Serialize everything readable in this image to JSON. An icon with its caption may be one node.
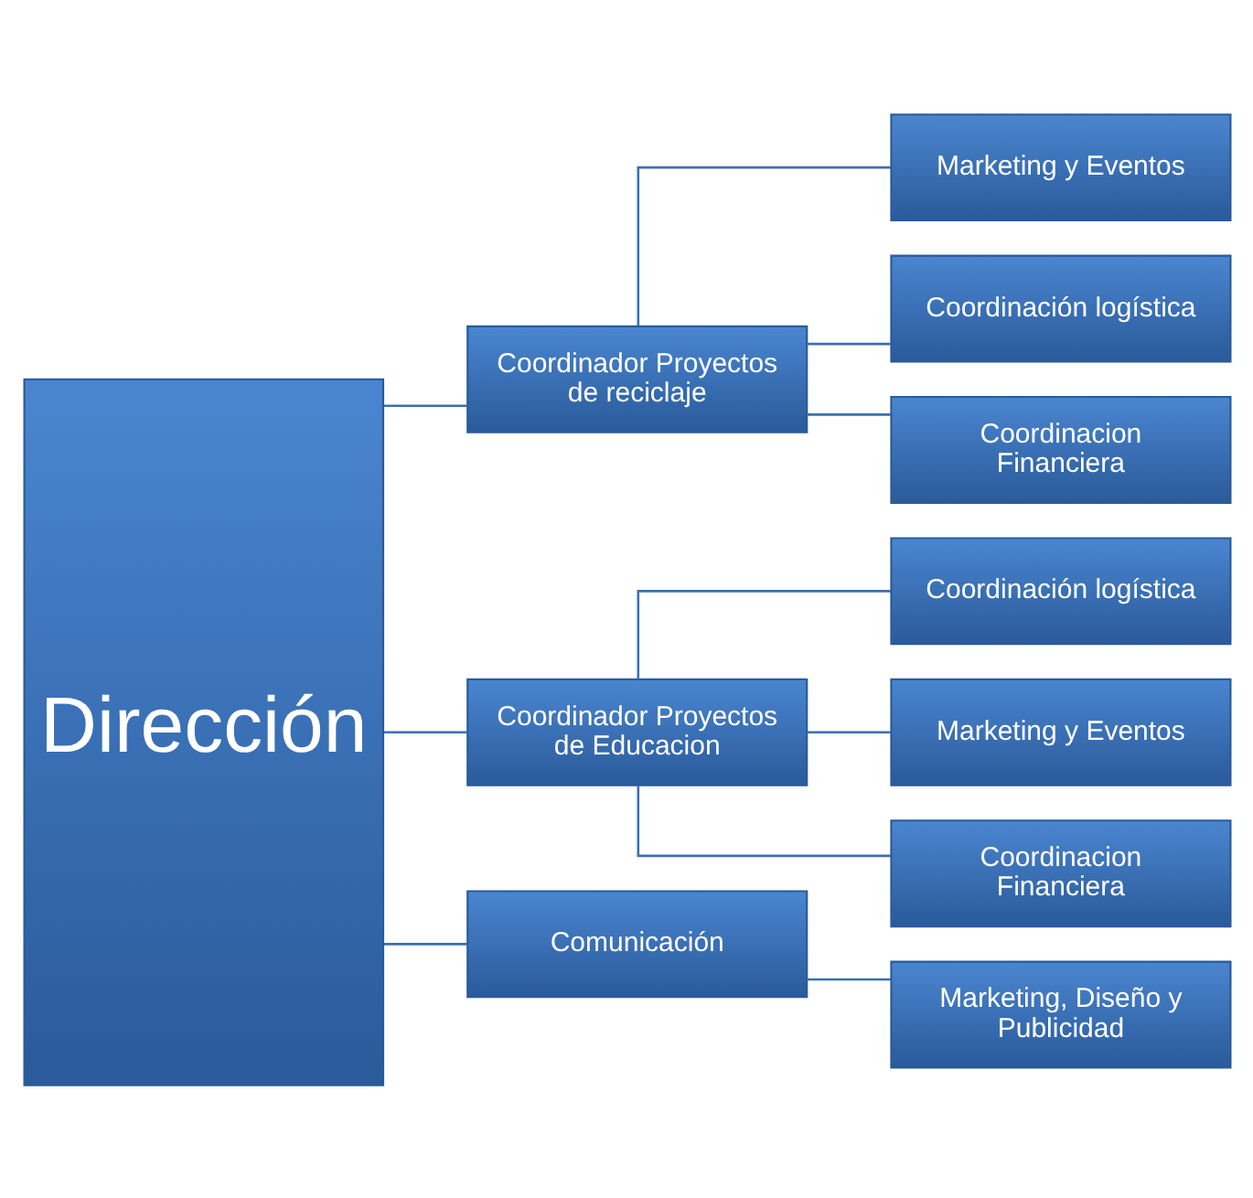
{
  "diagram": {
    "nodes": [
      {
        "text": [
          "Dirección"
        ]
      },
      {
        "text": [
          "Coordinador Proyectos de reciclaje"
        ]
      },
      {
        "text": [
          "Marketing y Eventos"
        ]
      },
      {
        "text": [
          "Coordinación logística"
        ]
      },
      {
        "text": [
          "Coordinacion Financiera"
        ]
      },
      {
        "text": [
          "Coordinador Proyectos de Educacion"
        ]
      },
      {
        "text": [
          "Coordinación logística"
        ]
      },
      {
        "text": [
          "Marketing y Eventos"
        ]
      },
      {
        "text": [
          "Coordinacion Financiera"
        ]
      },
      {
        "text": [
          "Comunicación"
        ]
      },
      {
        "text": [
          "Marketing, Diseño y Publicidad"
        ]
      }
    ],
    "edges": [
      {
        "from": 0,
        "to": 1,
        "arrow": "none"
      },
      {
        "from": 0,
        "to": 5,
        "arrow": "none"
      },
      {
        "from": 0,
        "to": 9,
        "arrow": "none"
      },
      {
        "from": 1,
        "to": 2,
        "arrow": "none"
      },
      {
        "from": 1,
        "to": 3,
        "arrow": "none"
      },
      {
        "from": 1,
        "to": 4,
        "arrow": "none"
      },
      {
        "from": 5,
        "to": 6,
        "arrow": "none"
      },
      {
        "from": 5,
        "to": 7,
        "arrow": "none"
      },
      {
        "from": 5,
        "to": 8,
        "arrow": "none"
      },
      {
        "from": 9,
        "to": 10,
        "arrow": "none"
      }
    ]
  }
}
